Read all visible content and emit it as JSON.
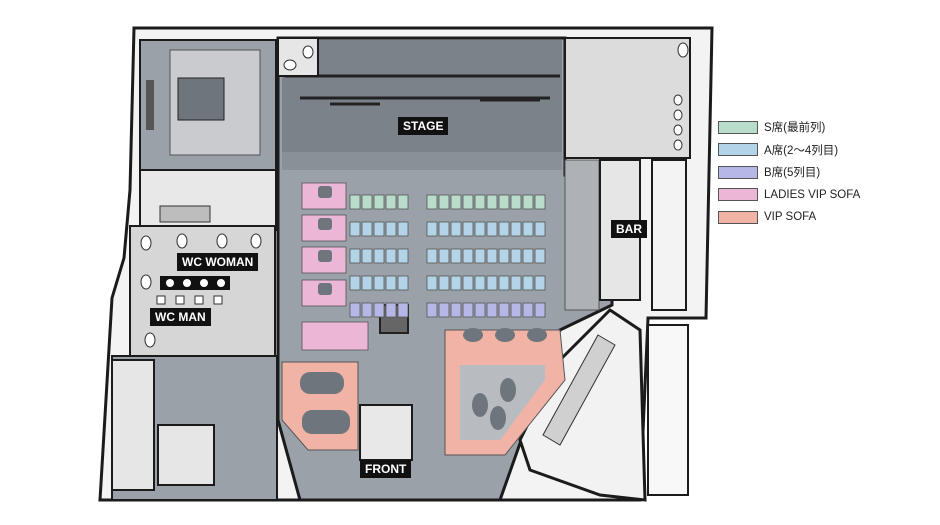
{
  "labels": {
    "stage": "STAGE",
    "bar": "BAR",
    "wc_woman": "WC WOMAN",
    "wc_man": "WC MAN",
    "front": "FRONT"
  },
  "legend": [
    {
      "label": "S席(最前列)",
      "color": "#b9dccb"
    },
    {
      "label": "A席(2〜4列目)",
      "color": "#b3d4e8"
    },
    {
      "label": "B席(5列目)",
      "color": "#b5b7e6"
    },
    {
      "label": "LADIES VIP SOFA",
      "color": "#ecb6d6"
    },
    {
      "label": "VIP SOFA",
      "color": "#f2b3a7"
    }
  ],
  "colors": {
    "floor": "#9aa1a8",
    "stage": "#7c8289",
    "wall": "#1b1b1b",
    "light_room": "#dcdcdc"
  }
}
